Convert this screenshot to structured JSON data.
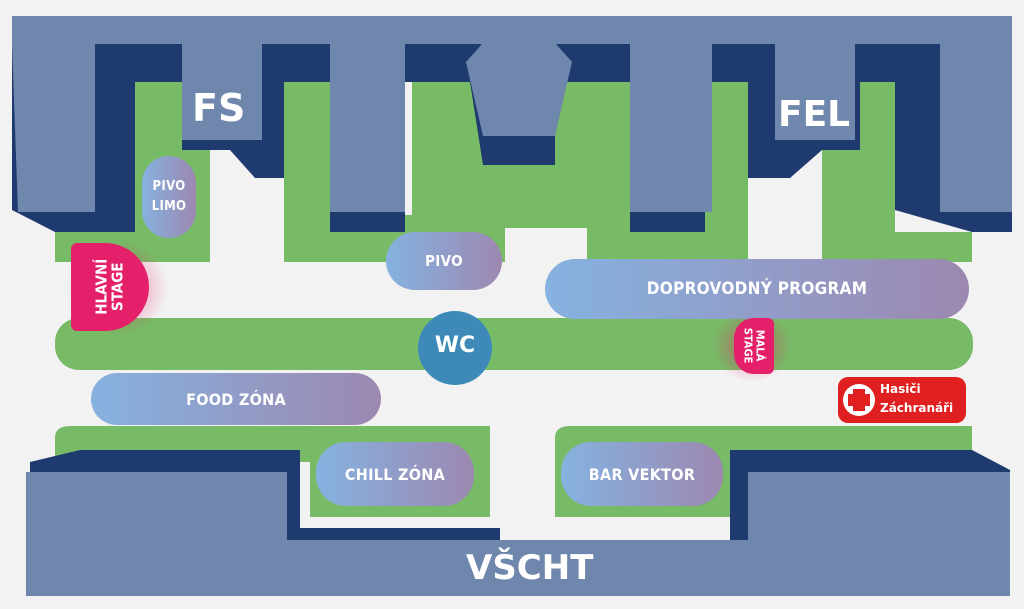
{
  "colors": {
    "background": "#f2f2f2",
    "building_light": "#6f86ad",
    "building_dark": "#1f3a6e",
    "grass": "#77bb66",
    "pill_start": "#86b2e0",
    "pill_end": "#9c88b0",
    "stage": "#e4206a",
    "wc": "#3d8ab8",
    "fire": "#e02020"
  },
  "buildings": {
    "fs": "FS",
    "fel": "FEL",
    "vscht": "VŠCHT"
  },
  "zones": {
    "pivo_limo": [
      "PIVO",
      "LIMO"
    ],
    "pivo": "PIVO",
    "doprovodny_program": "DOPROVODNÝ PROGRAM",
    "food_zona": "FOOD ZÓNA",
    "chill_zona": "CHILL ZÓNA",
    "bar_vektor": "BAR VEKTOR",
    "wc": "WC"
  },
  "stages": {
    "hlavni": [
      "HLAVNÍ",
      "STAGE"
    ],
    "mala": [
      "MALÁ",
      "STAGE"
    ]
  },
  "fire_station": {
    "line1": "Hasiči",
    "line2": "Záchranáři",
    "icon": "red-cross-icon"
  }
}
